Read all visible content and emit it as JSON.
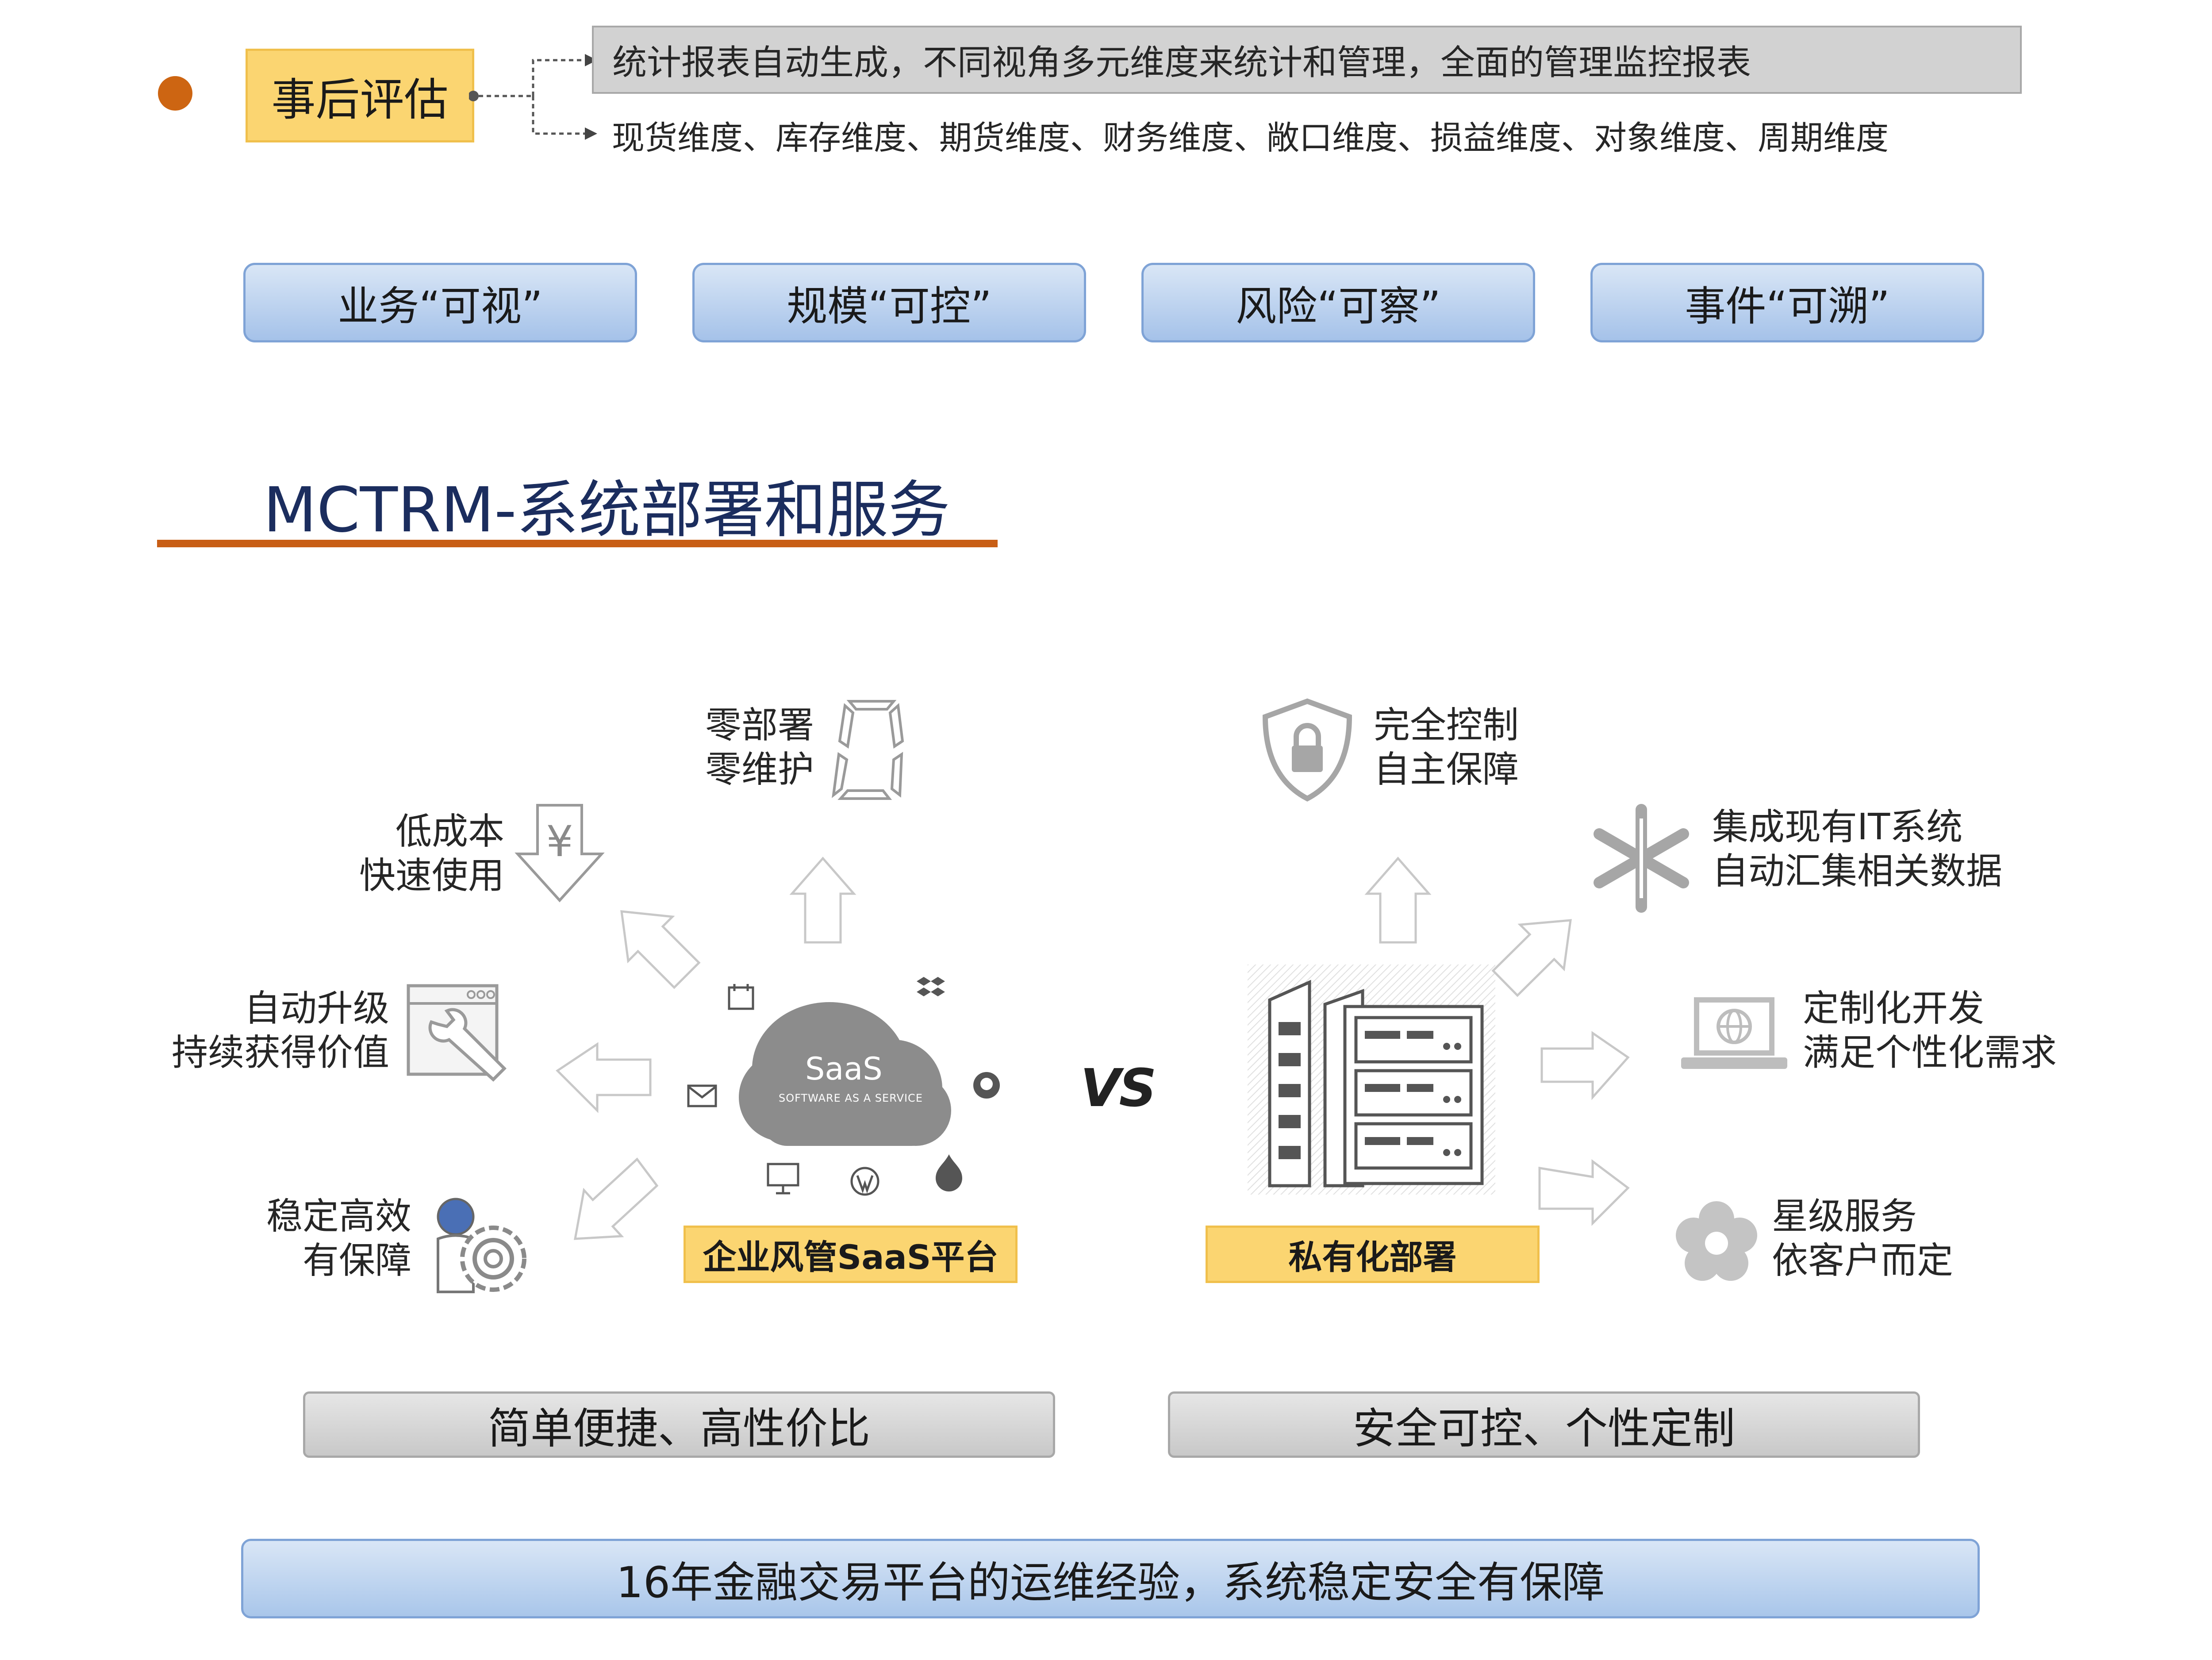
{
  "evaluation": {
    "label": "事后评估",
    "summary": "统计报表自动生成，不同视角多元维度来统计和管理，全面的管理监控报表",
    "dimensions": "现货维度、库存维度、期货维度、财务维度、敞口维度、损益维度、对象维度、周期维度"
  },
  "pills": [
    "业务“可视”",
    "规模“可控”",
    "风险“可察”",
    "事件“可溯”"
  ],
  "section_title": "MCTRM-系统部署和服务",
  "saas": {
    "cloud_title": "SaaS",
    "cloud_subtitle": "SOFTWARE AS A SERVICE",
    "label": "企业风管SaaS平台",
    "features": [
      {
        "line1": "零部署",
        "line2": "零维护",
        "icon": "digital-zero-icon"
      },
      {
        "line1": "低成本",
        "line2": "快速使用",
        "icon": "yen-down-arrow-icon"
      },
      {
        "line1": "自动升级",
        "line2": "持续获得价值",
        "icon": "browser-wrench-icon"
      },
      {
        "line1": "稳定高效",
        "line2": "有保障",
        "icon": "worker-gear-icon"
      }
    ],
    "summary": "简单便捷、高性价比"
  },
  "vs_label": "VS",
  "private": {
    "label": "私有化部署",
    "features": [
      {
        "line1": "完全控制",
        "line2": "自主保障",
        "icon": "shield-lock-icon"
      },
      {
        "line1": "集成现有IT系统",
        "line2": "自动汇集相关数据",
        "icon": "snowflake-icon"
      },
      {
        "line1": "定制化开发",
        "line2": "满足个性化需求",
        "icon": "laptop-globe-icon"
      },
      {
        "line1": "星级服务",
        "line2": "依客户而定",
        "icon": "flower-icon"
      }
    ],
    "summary": "安全可控、个性定制"
  },
  "footer": "16年金融交易平台的运维经验，系统稳定安全有保障",
  "colors": {
    "bullet": "#cd6512",
    "highlight_yellow": "#fbd571",
    "pill_blue": "#a5c2e9",
    "title_navy": "#1b2d5e",
    "rule_orange": "#c85e15",
    "gray_box": "#d2d2d2",
    "icon_gray": "#a6a6a6"
  }
}
